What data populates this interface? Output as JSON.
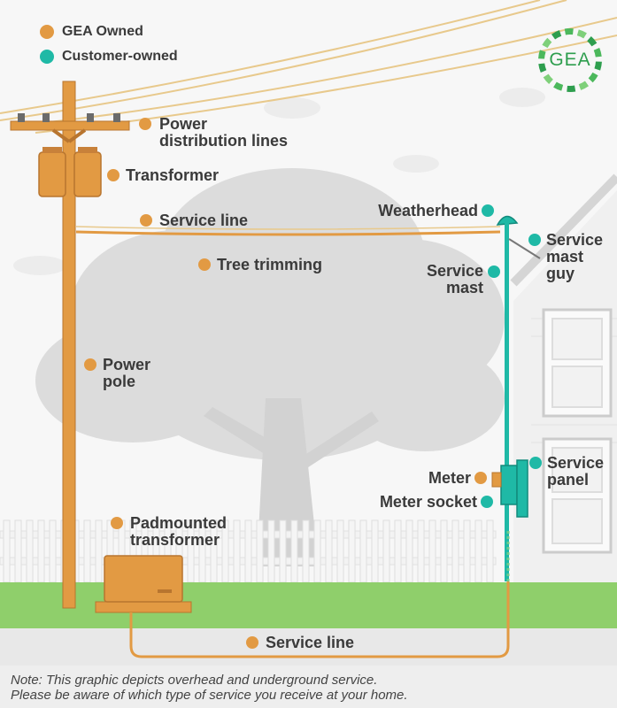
{
  "legend": {
    "gea_owned": "GEA Owned",
    "customer_owned": "Customer-owned"
  },
  "logo": {
    "text": "GEA"
  },
  "labels": {
    "power_distribution_lines": "Power\ndistribution lines",
    "transformer": "Transformer",
    "service_line_overhead": "Service line",
    "tree_trimming": "Tree trimming",
    "power_pole": "Power\npole",
    "padmounted_transformer": "Padmounted\ntransformer",
    "service_line_underground": "Service line",
    "weatherhead": "Weatherhead",
    "service_mast_guy": "Service\nmast\nguy",
    "service_mast": "Service\nmast",
    "meter": "Meter",
    "service_panel": "Service\npanel",
    "meter_socket": "Meter socket"
  },
  "note": {
    "line1": "Note: This graphic depicts overhead and underground service.",
    "line2": "Please be aware of which type of service you receive at your home."
  },
  "colors": {
    "gea_owned": "#e29a43",
    "customer_owned": "#1fb9a6",
    "grass": "#8fcf6b",
    "tree": "#dcdcdc",
    "logo": "#2e9e4e"
  }
}
